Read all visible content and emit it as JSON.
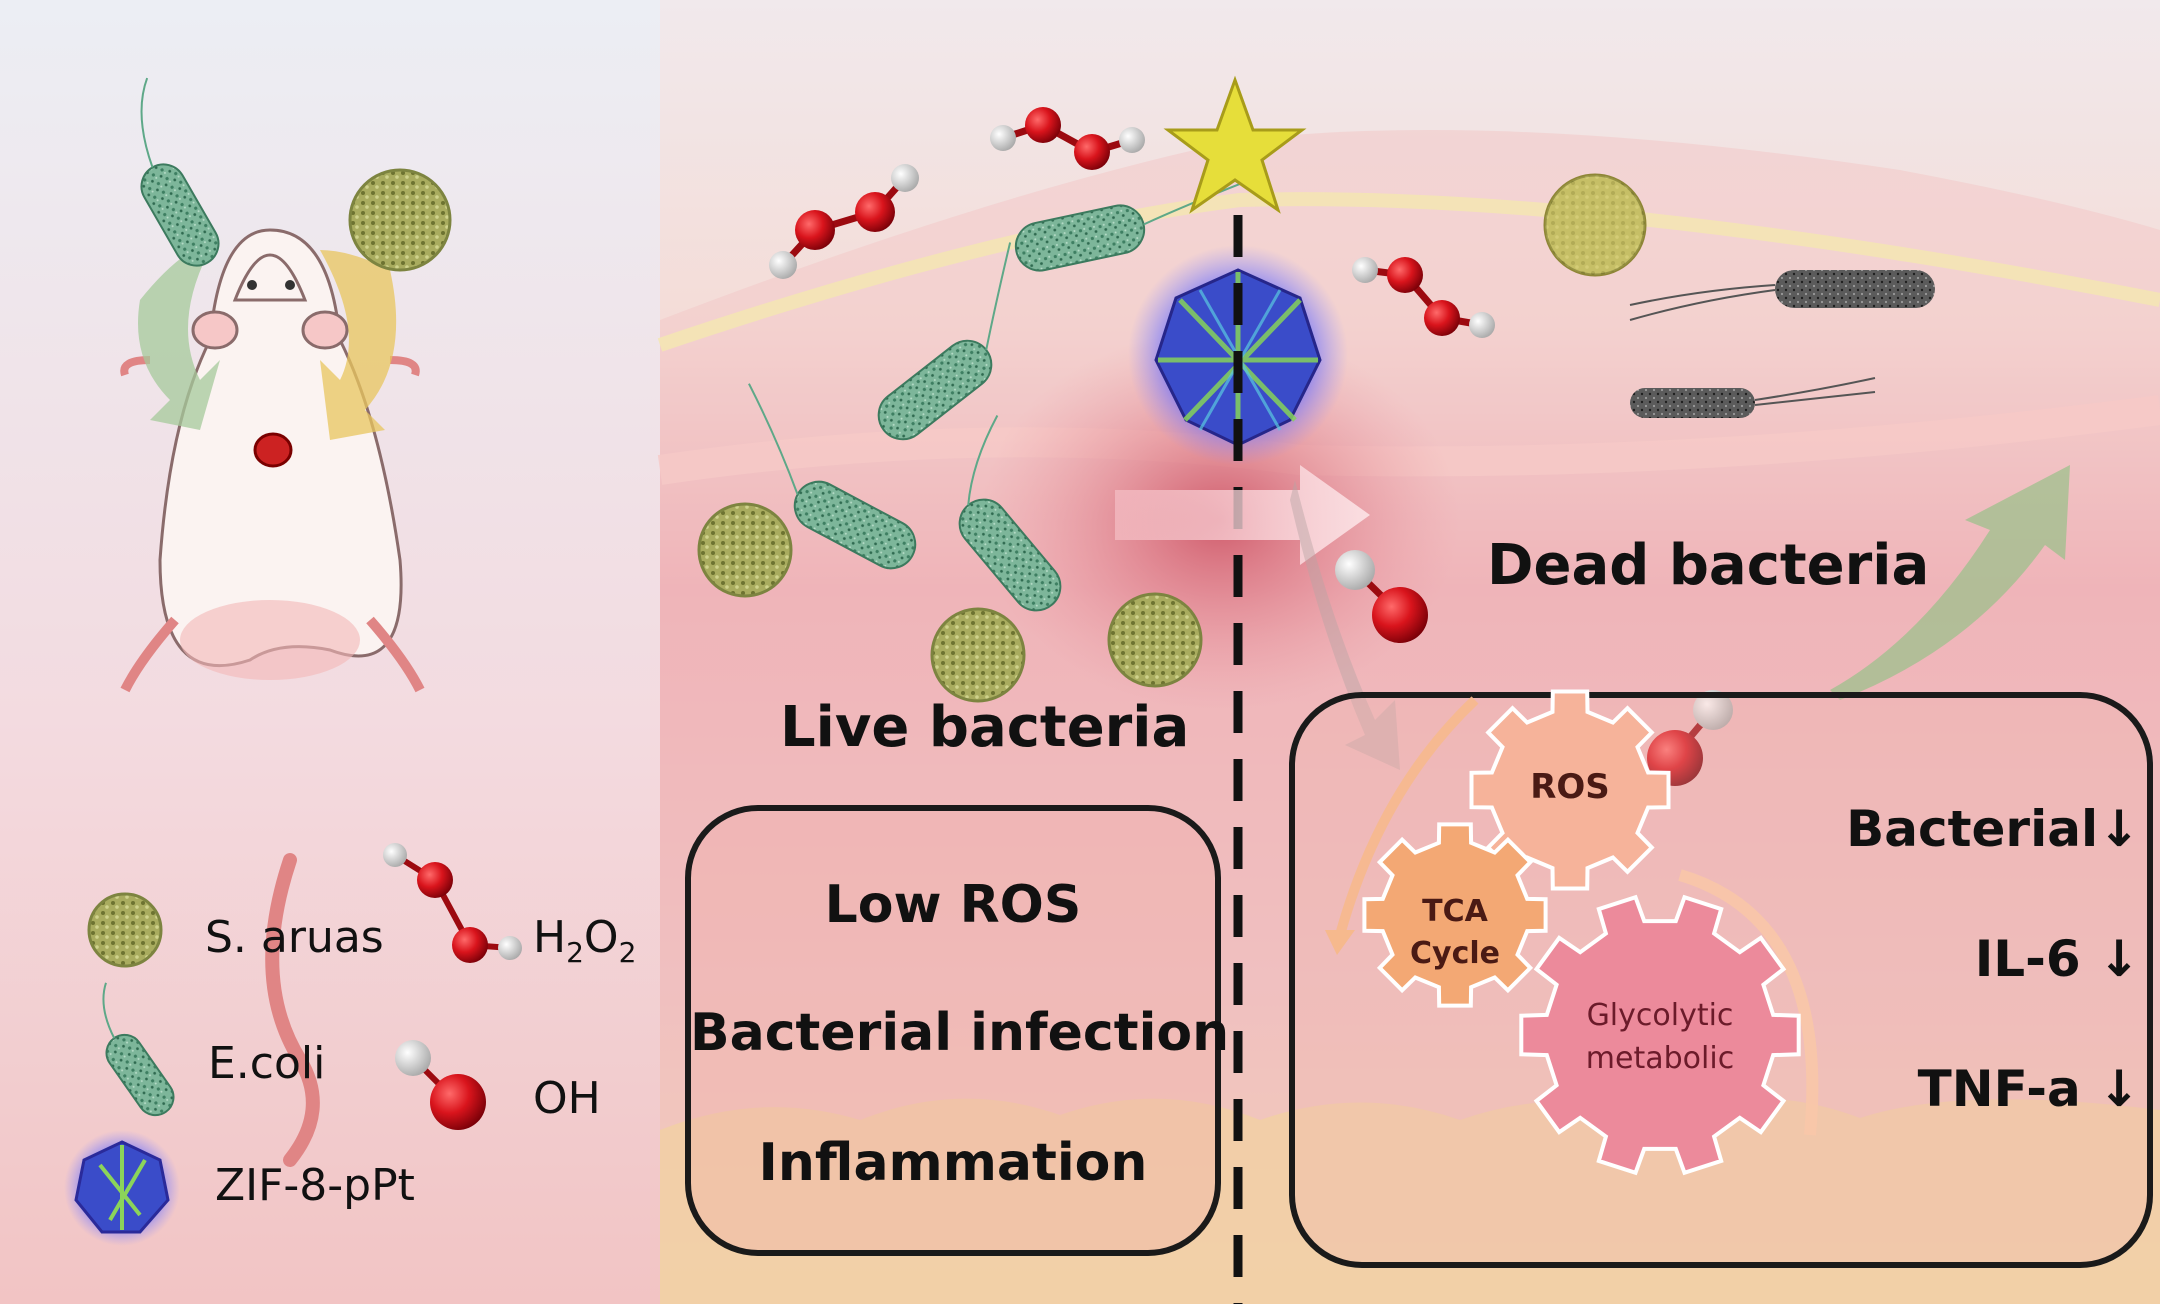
{
  "legend": {
    "s_aureus": "S. aruas",
    "h2o2_base": "H",
    "h2o2_sub1": "2",
    "h2o2_mid": "O",
    "h2o2_sub2": "2",
    "ecoli": "E.coli",
    "oh": "OH",
    "zif": "ZIF-8-pPt"
  },
  "left_panel": {
    "title": "Live bacteria",
    "box_lines": [
      "Low ROS",
      "Bacterial infection",
      "Inflammation"
    ]
  },
  "right_panel": {
    "title": "Dead bacteria",
    "gears": {
      "ros": "ROS",
      "tca_line1": "TCA",
      "tca_line2": "Cycle",
      "glyco_line1": "Glycolytic",
      "glyco_line2": "metabolic"
    },
    "effects": [
      "Bacterial↓",
      "IL-6 ↓",
      "TNF-a ↓"
    ]
  },
  "colors": {
    "ros_gear": "#f6b39a",
    "tca_gear": "#f3a874",
    "glyco_gear": "#ec8a9b",
    "ecoli_green": "#6fb59a",
    "saureus_olive": "#a3a85a",
    "oxygen_red": "#d9141c",
    "star_yellow": "#e6de3a",
    "zif_blue": "#3e4fc9"
  }
}
